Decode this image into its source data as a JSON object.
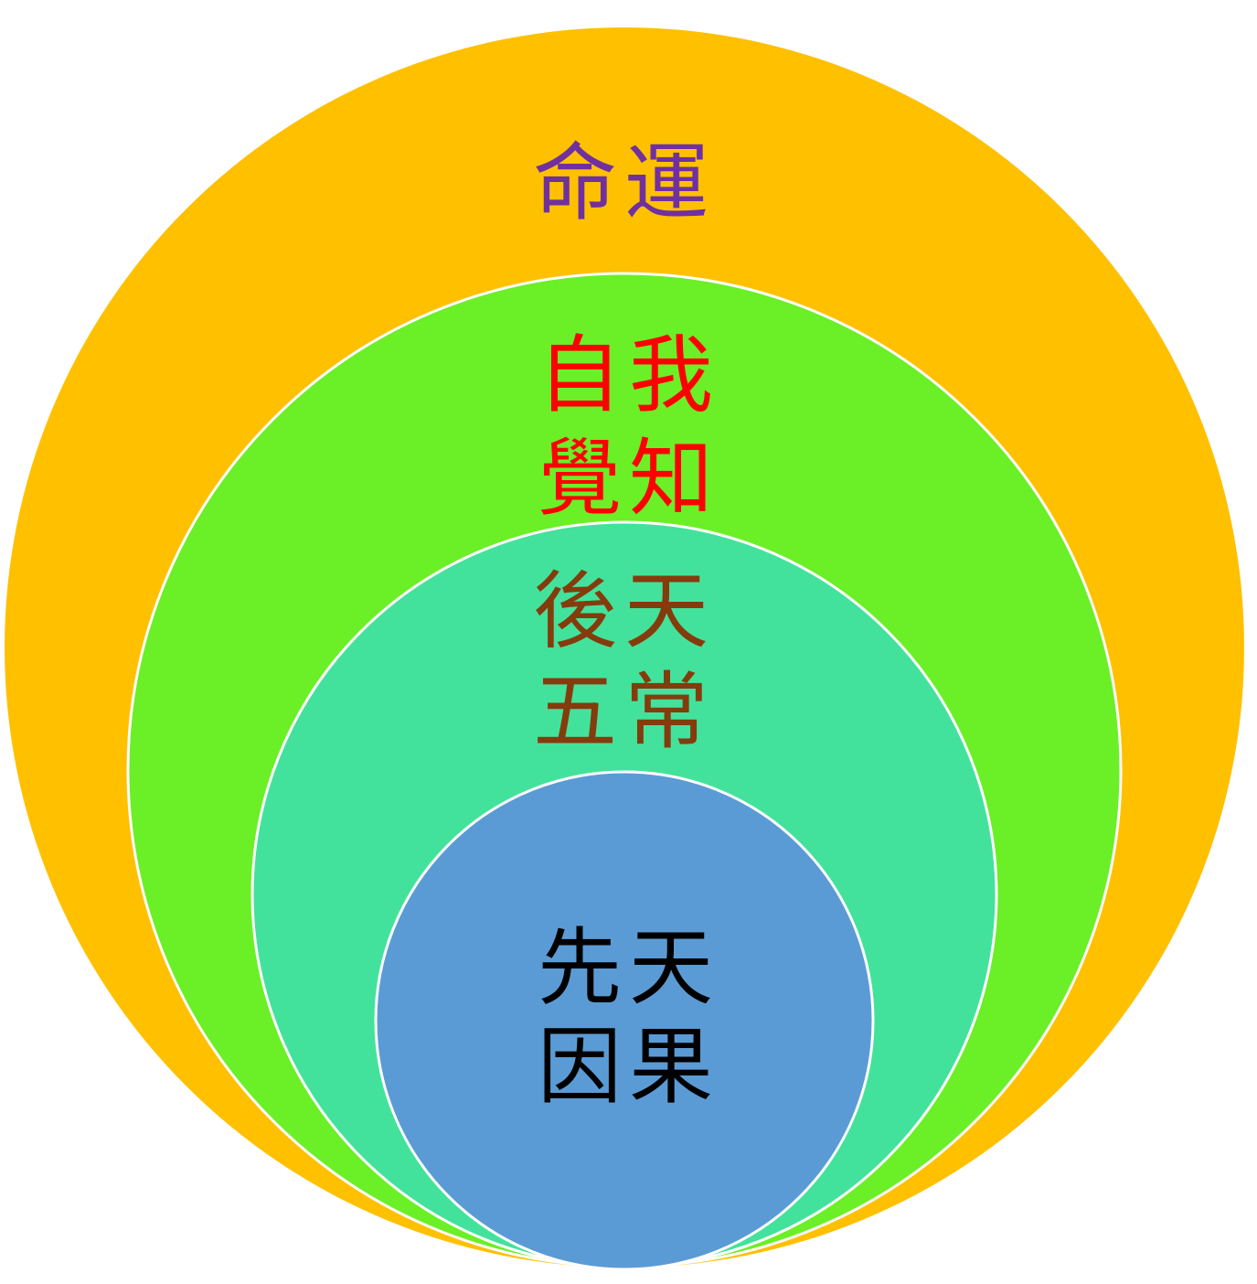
{
  "diagram": {
    "colors": {
      "outer": "#FFC000",
      "second": "#6BEF26",
      "third": "#43E29C",
      "inner": "#5B9BD5",
      "stroke": "#FFFFFF"
    },
    "layers": [
      {
        "id": "outer",
        "lines": [
          "命運"
        ],
        "text_color": "#7030A0"
      },
      {
        "id": "second",
        "lines": [
          "自我",
          "覺知"
        ],
        "text_color": "#FF0000"
      },
      {
        "id": "third",
        "lines": [
          "後天",
          "五常"
        ],
        "text_color": "#843C0C"
      },
      {
        "id": "inner",
        "lines": [
          "先天",
          "因果"
        ],
        "text_color": "#000000"
      }
    ]
  }
}
